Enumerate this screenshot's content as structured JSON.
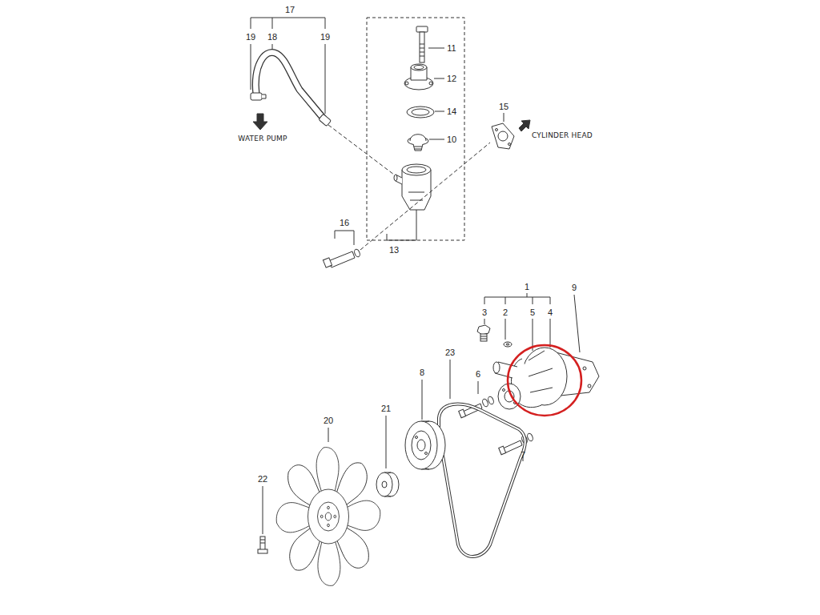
{
  "diagram": {
    "labels": [
      "17",
      "19",
      "18",
      "19",
      "11",
      "12",
      "14",
      "WATER PUMP",
      "15",
      "CYLINDER HEAD",
      "10",
      "16",
      "13",
      "1",
      "9",
      "3",
      "2",
      "5",
      "4",
      "23",
      "6",
      "8",
      "21",
      "20",
      "7",
      "22"
    ]
  }
}
